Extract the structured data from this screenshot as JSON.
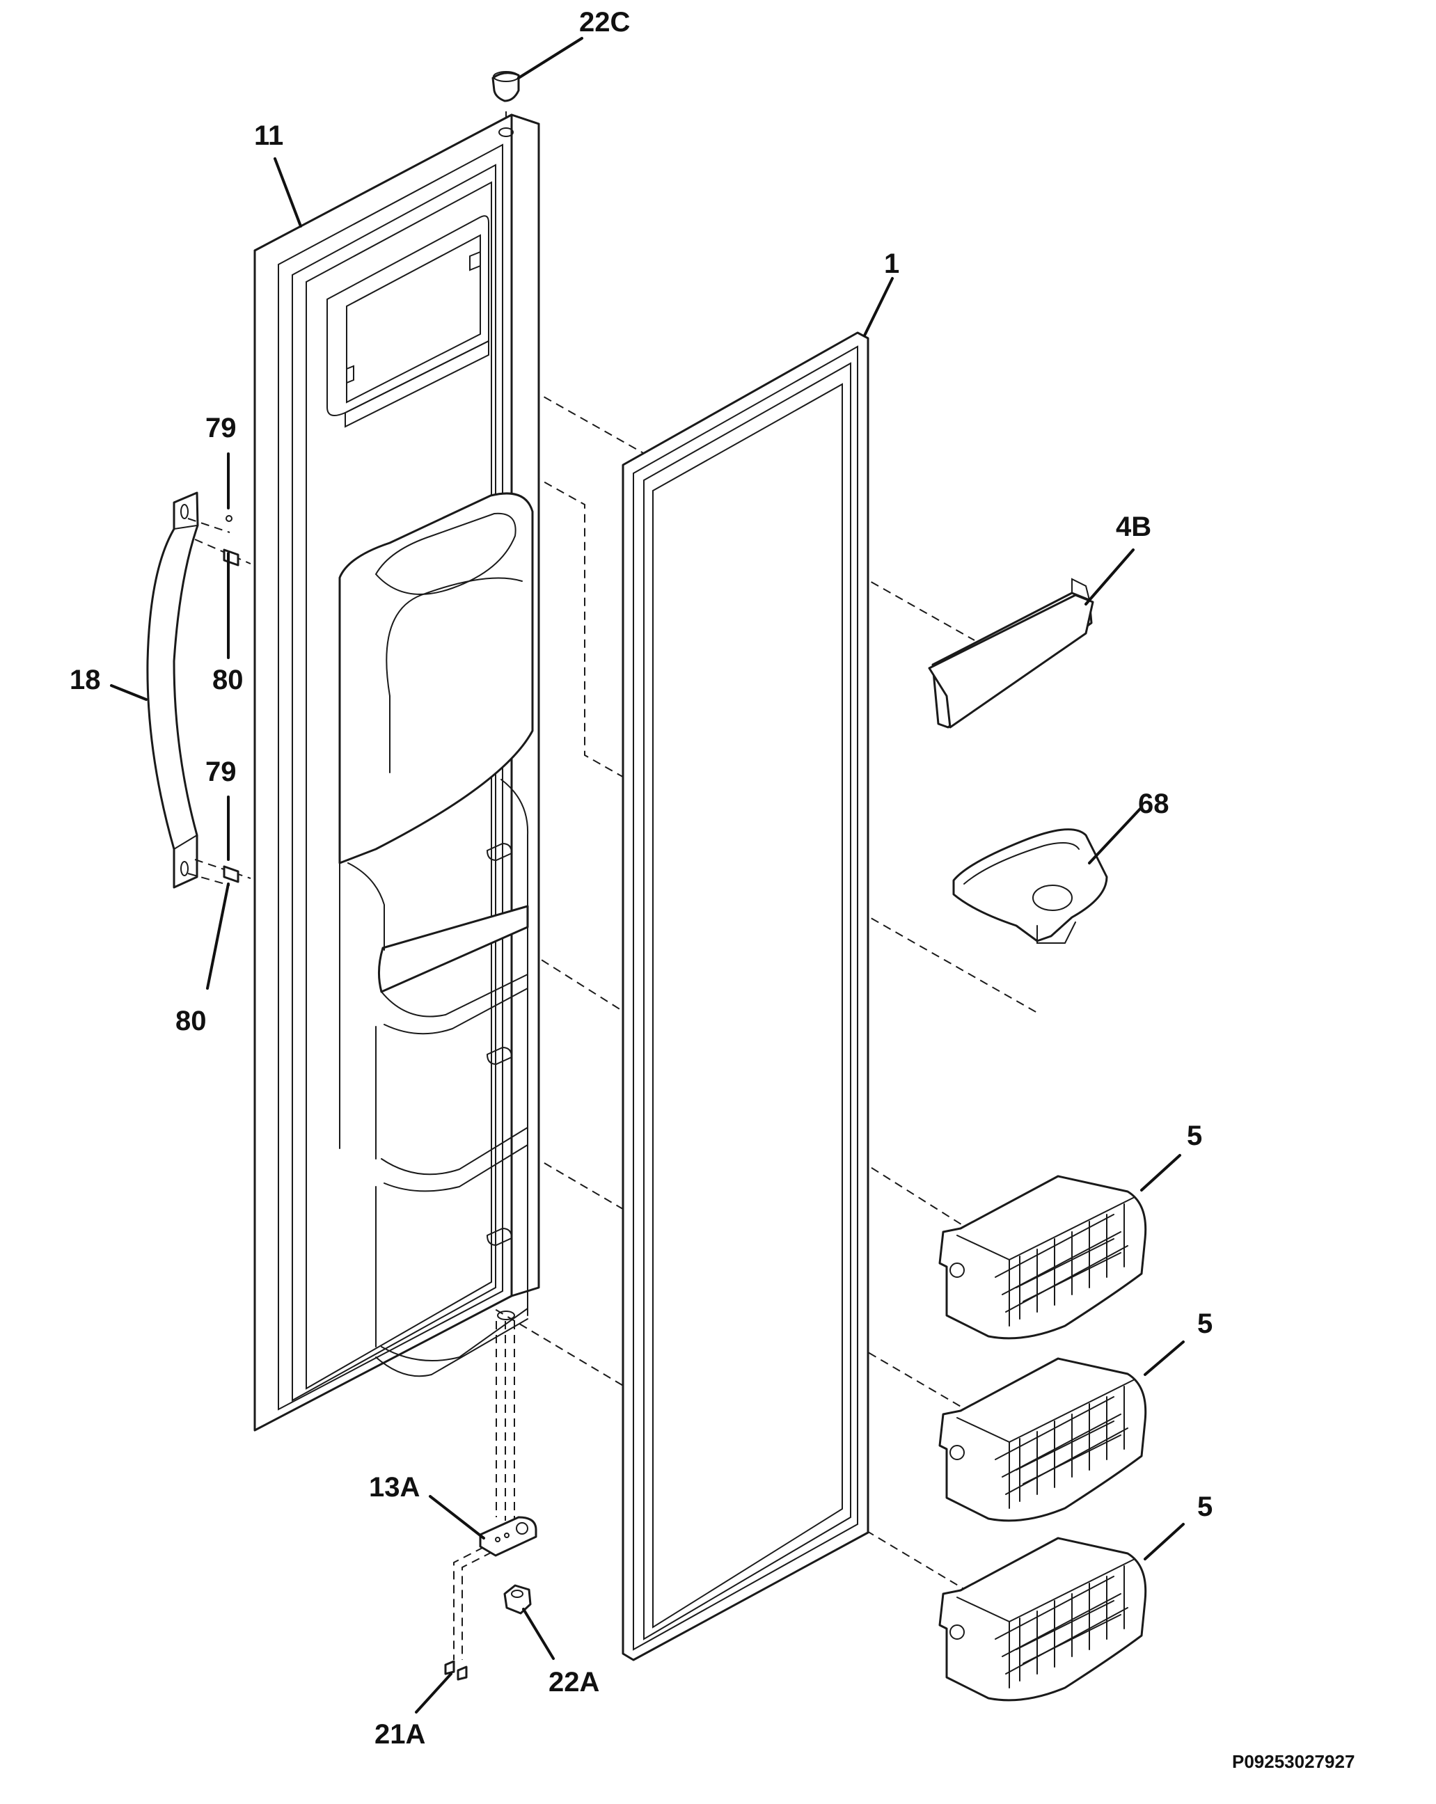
{
  "diagram": {
    "callouts": {
      "c22C": "22C",
      "c11": "11",
      "c1": "1",
      "c79_top": "79",
      "c80_top": "80",
      "c18": "18",
      "c79_bottom": "79",
      "c80_bottom": "80",
      "c4B": "4B",
      "c68": "68",
      "c5_top": "5",
      "c5_middle": "5",
      "c5_bottom": "5",
      "c13A": "13A",
      "c22A": "22A",
      "c21A": "21A"
    },
    "reference_code": "P09253027927"
  }
}
